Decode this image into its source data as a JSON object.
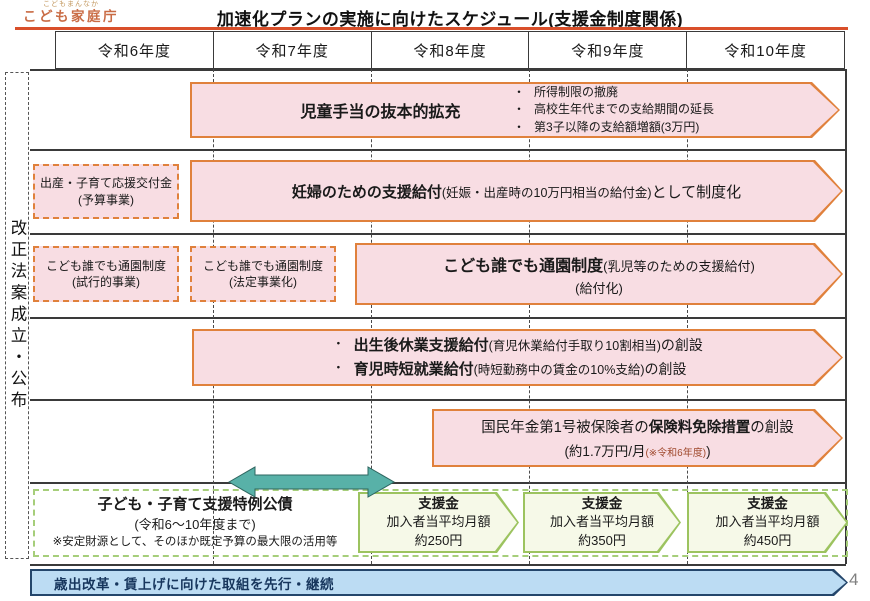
{
  "logo": {
    "arc_text": "こどもまんなか",
    "agency": "こども家庭庁"
  },
  "title": "加速化プランの実施に向けたスケジュール(支援金制度関係)",
  "columns": [
    "令和6年度",
    "令和7年度",
    "令和8年度",
    "令和9年度",
    "令和10年度"
  ],
  "side_label": "改正法案成立・公布",
  "child_allowance": {
    "title": "児童手当の抜本的拡充",
    "bullets": [
      "所得制限の撤廃",
      "高校生年代までの支給期間の延長",
      "第3子以降の支給額増額(3万円)"
    ]
  },
  "maternity": {
    "box_line1": "出産・子育て応援交付金",
    "box_line2": "(予算事業)",
    "arrow_bold": "妊婦のための支援給付",
    "arrow_small": "(妊娠・出産時の10万円相当の給付金)",
    "arrow_rest": "として制度化"
  },
  "tsuen": {
    "box1_line1": "こども誰でも通園制度",
    "box1_line2": "(試行的事業)",
    "box2_line1": "こども誰でも通園制度",
    "box2_line2": "(法定事業化)",
    "arrow_bold": "こども誰でも通園制度",
    "arrow_small": "(乳児等のための支援給付)",
    "arrow_line2": "(給付化)"
  },
  "leave_benefits": {
    "item1_bold": "出生後休業支援給付",
    "item1_small": "(育児休業給付手取り10割相当)",
    "item1_rest": "の創設",
    "item2_bold": "育児時短就業給付",
    "item2_small": "(時短勤務中の賃金の10%支給)",
    "item2_rest": "の創設"
  },
  "pension": {
    "line1_pre": "国民年金第1号被保険者の",
    "line1_bold": "保険料免除措置",
    "line1_post": "の創設",
    "line2_main": "(約1.7万円/月",
    "line2_small": "(※令和6年度)",
    "line2_close": ")"
  },
  "bond": {
    "title": "子ども・子育て支援特例公債",
    "line2": "(令和6〜10年度まで)",
    "line3": "※安定財源として、そのほか既定予算の最大限の活用等"
  },
  "shienkin": [
    {
      "title": "支援金",
      "line2": "加入者当平均月額",
      "amount": "約250円"
    },
    {
      "title": "支援金",
      "line2": "加入者当平均月額",
      "amount": "約350円"
    },
    {
      "title": "支援金",
      "line2": "加入者当平均月額",
      "amount": "約450円"
    }
  ],
  "bottom_bar": "歳出改革・賃上げに向けた取組を先行・継続",
  "page_number": "4",
  "colors": {
    "orange_border": "#e0813c",
    "pink_fill": "#f8dde3",
    "green_border": "#9cc35f",
    "green_fill": "#f6f9e8",
    "green_dash": "#a6ce7a",
    "teal_fill": "#58b1a8",
    "blue_fill": "#bcdcf3",
    "navy_border": "#24466b",
    "title_rule": "#d94f2a",
    "logo_orange": "#c96b44"
  }
}
